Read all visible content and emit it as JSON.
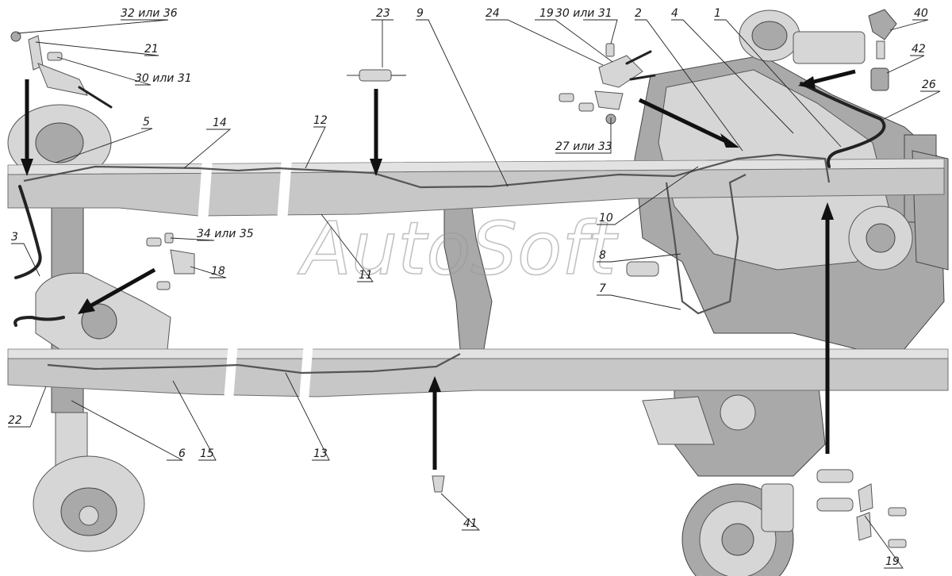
{
  "watermark": "AutoSoft",
  "callouts": [
    {
      "id": "c-32-36",
      "text": "32 или 36"
    },
    {
      "id": "c-21",
      "text": "21"
    },
    {
      "id": "c-30-31-left",
      "text": "30 или 31"
    },
    {
      "id": "c-5",
      "text": "5"
    },
    {
      "id": "c-14",
      "text": "14"
    },
    {
      "id": "c-12",
      "text": "12"
    },
    {
      "id": "c-23",
      "text": "23"
    },
    {
      "id": "c-9",
      "text": "9"
    },
    {
      "id": "c-24",
      "text": "24"
    },
    {
      "id": "c-19-top",
      "text": "19"
    },
    {
      "id": "c-30-31-top",
      "text": "30 или 31"
    },
    {
      "id": "c-2",
      "text": "2"
    },
    {
      "id": "c-4",
      "text": "4"
    },
    {
      "id": "c-1",
      "text": "1"
    },
    {
      "id": "c-40",
      "text": "40"
    },
    {
      "id": "c-42",
      "text": "42"
    },
    {
      "id": "c-26",
      "text": "26"
    },
    {
      "id": "c-27-33",
      "text": "27 или 33"
    },
    {
      "id": "c-10",
      "text": "10"
    },
    {
      "id": "c-3",
      "text": "3"
    },
    {
      "id": "c-34-35",
      "text": "34 или 35"
    },
    {
      "id": "c-18",
      "text": "18"
    },
    {
      "id": "c-11",
      "text": "11"
    },
    {
      "id": "c-8",
      "text": "8"
    },
    {
      "id": "c-7",
      "text": "7"
    },
    {
      "id": "c-22",
      "text": "22"
    },
    {
      "id": "c-6",
      "text": "6"
    },
    {
      "id": "c-15",
      "text": "15"
    },
    {
      "id": "c-13",
      "text": "13"
    },
    {
      "id": "c-41",
      "text": "41"
    },
    {
      "id": "c-19-bottom",
      "text": "19"
    }
  ]
}
